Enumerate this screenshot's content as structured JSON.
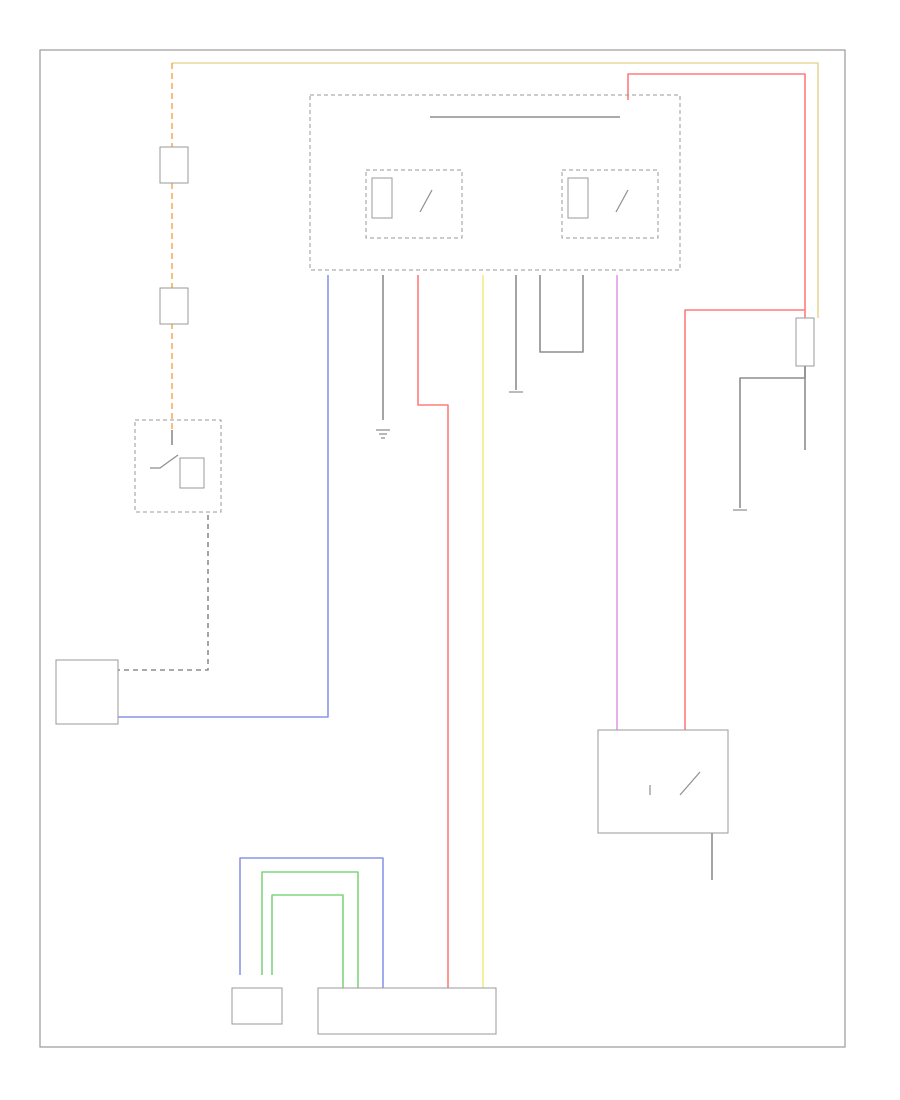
{
  "diagram": {
    "footer_code": "",
    "colors": {
      "background": "#ffffff",
      "border": "#9a9a9a",
      "wire_gray": "#8e8e8e",
      "wire_red": "#ff7b7b",
      "wire_yellow": "#f4ec80",
      "wire_tan": "#e8d79a",
      "wire_orange": "#f5b05a",
      "wire_blue": "#8a96e6",
      "wire_violet": "#e29be8",
      "wire_green": "#7fd67f"
    },
    "components": [
      {
        "id": "fuse-top",
        "label_lines": [
          "",
          "",
          "",
          ""
        ]
      },
      {
        "id": "fuse-mid",
        "label_lines": [
          "",
          ""
        ]
      },
      {
        "id": "ignition-switch",
        "label_lines": [
          "",
          ""
        ]
      },
      {
        "id": "body-control-module",
        "label_lines": [
          "",
          "",
          "",
          ""
        ],
        "pin_labels": [
          "",
          ""
        ]
      },
      {
        "id": "underhood-junction-block",
        "label_lines": [
          "",
          "",
          "",
          ""
        ]
      },
      {
        "id": "relay-left",
        "label_lines": [
          "",
          ""
        ]
      },
      {
        "id": "relay-right",
        "label_lines": [
          "",
          ""
        ]
      },
      {
        "id": "battery",
        "label_lines": [
          ""
        ]
      },
      {
        "id": "starter",
        "label_lines": [
          ""
        ]
      },
      {
        "id": "clutch-pedal-position-sensor",
        "label_lines": [
          "",
          "",
          ""
        ]
      },
      {
        "id": "engine-control-module",
        "label_lines": [
          "",
          "",
          "",
          ""
        ]
      }
    ],
    "grounds": [
      {
        "id": "ground-g1",
        "label_lines": [
          "",
          ""
        ]
      },
      {
        "id": "ground-g2",
        "label_lines": [
          "",
          "",
          ""
        ]
      },
      {
        "id": "ground-g3",
        "label_lines": [
          "",
          "",
          ""
        ]
      }
    ],
    "wire_labels": [
      "",
      "",
      "",
      "",
      "",
      ""
    ]
  }
}
